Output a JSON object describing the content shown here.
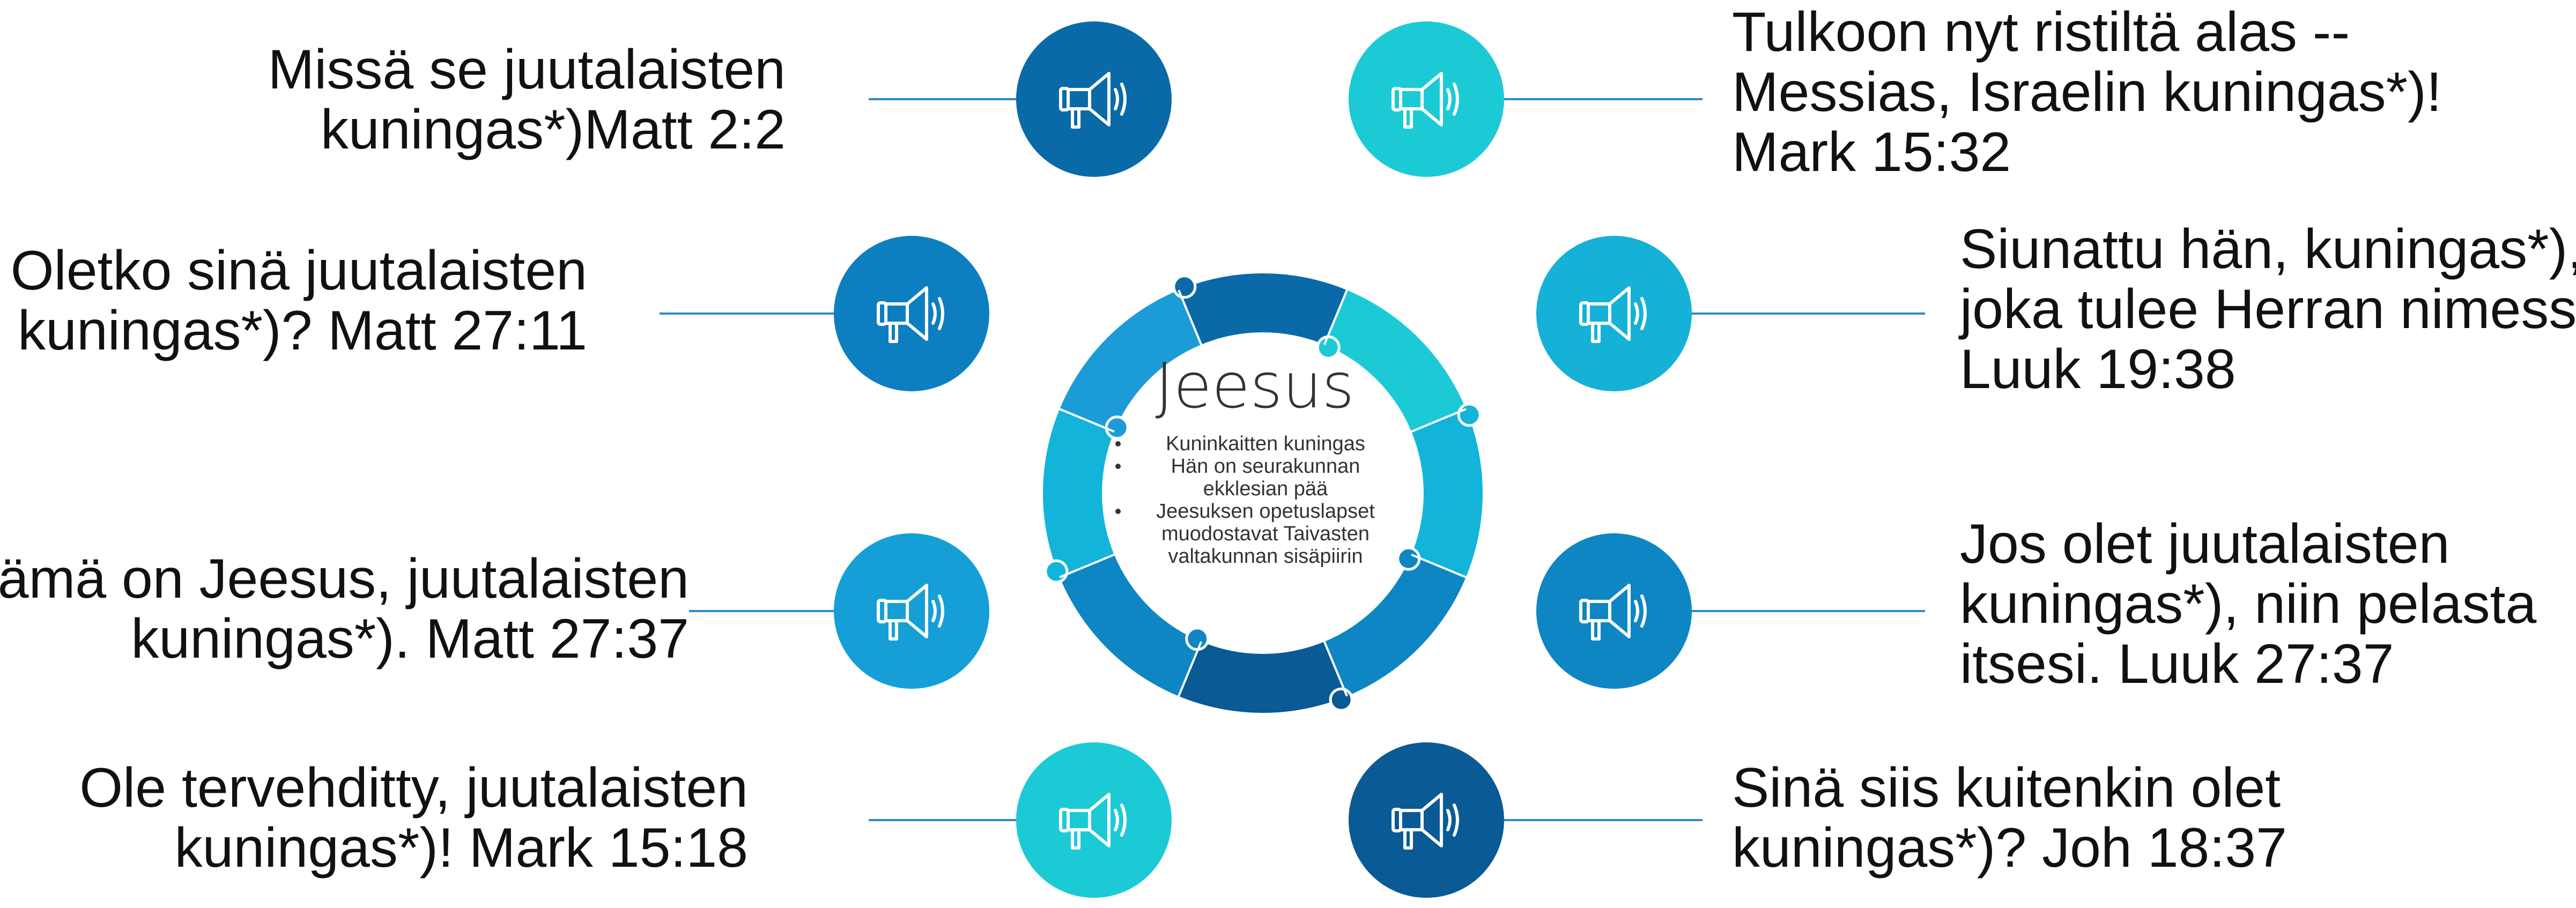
{
  "center": {
    "title": "Jeesus",
    "bullets": [
      [
        "Kuninkaitten kuningas"
      ],
      [
        "Hän on seurakunnan",
        "ekklesian  pää"
      ],
      [
        "Jeesuksen opetuslapset",
        "muodostavat Taivasten",
        "valtakunnan sisäpiirin"
      ]
    ]
  },
  "callouts": [
    {
      "id": "top-left",
      "lines": [
        "Missä se juutalaisten",
        "kuningas*)Matt 2:2"
      ],
      "color": "#0a6aa8",
      "icon": "megaphone-icon"
    },
    {
      "id": "top-right",
      "lines": [
        "Tulkoon nyt ristiltä alas --",
        "Messias, Israelin kuningas*)!",
        "Mark 15:32"
      ],
      "color": "#1ccad6",
      "icon": "megaphone-icon"
    },
    {
      "id": "upper-left",
      "lines": [
        "Oletko sinä juutalaisten",
        "kuningas*)? Matt 27:11"
      ],
      "color": "#0d7fc1",
      "icon": "megaphone-icon"
    },
    {
      "id": "upper-right",
      "lines": [
        "Siunattu hän, kuningas*),",
        "joka tulee Herran nimessä",
        "Luuk 19:38"
      ],
      "color": "#15b1d6",
      "icon": "megaphone-icon"
    },
    {
      "id": "lower-left",
      "lines": [
        "Tämä on Jeesus, juutalaisten",
        "kuningas*). Matt 27:37"
      ],
      "color": "#159fd6",
      "icon": "megaphone-icon"
    },
    {
      "id": "lower-right",
      "lines": [
        "Jos olet juutalaisten",
        "kuningas*), niin pelasta",
        "itsesi. Luuk 27:37"
      ],
      "color": "#0e86c4",
      "icon": "megaphone-icon"
    },
    {
      "id": "bottom-left",
      "lines": [
        "Ole tervehditty, juutalaisten",
        "kuningas*)! Mark 15:18"
      ],
      "color": "#1ccad6",
      "icon": "megaphone-icon"
    },
    {
      "id": "bottom-right",
      "lines": [
        "Sinä siis kuitenkin olet",
        "kuningas*)? Joh 18:37"
      ],
      "color": "#0a5a95",
      "icon": "megaphone-icon"
    }
  ],
  "ring": {
    "segment_colors": [
      "#0a6aa8",
      "#1ccad6",
      "#13b4da",
      "#0e86c4",
      "#0a5a95",
      "#0e86c4",
      "#13b4da",
      "#1c9cd6"
    ]
  }
}
